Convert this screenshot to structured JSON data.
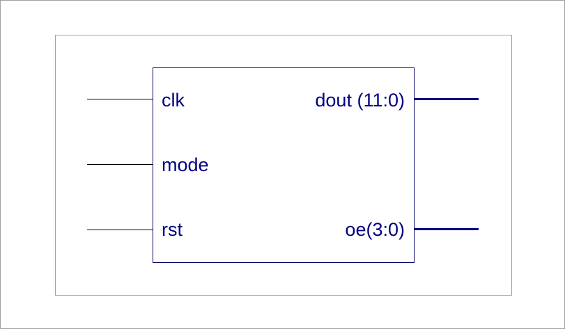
{
  "block": {
    "color": "#000080",
    "inputs": [
      {
        "name": "clk"
      },
      {
        "name": "mode"
      },
      {
        "name": "rst"
      }
    ],
    "outputs": [
      {
        "name": "dout",
        "range": "(11:0)"
      },
      {
        "name": "oe",
        "range": "(3:0)"
      }
    ]
  }
}
